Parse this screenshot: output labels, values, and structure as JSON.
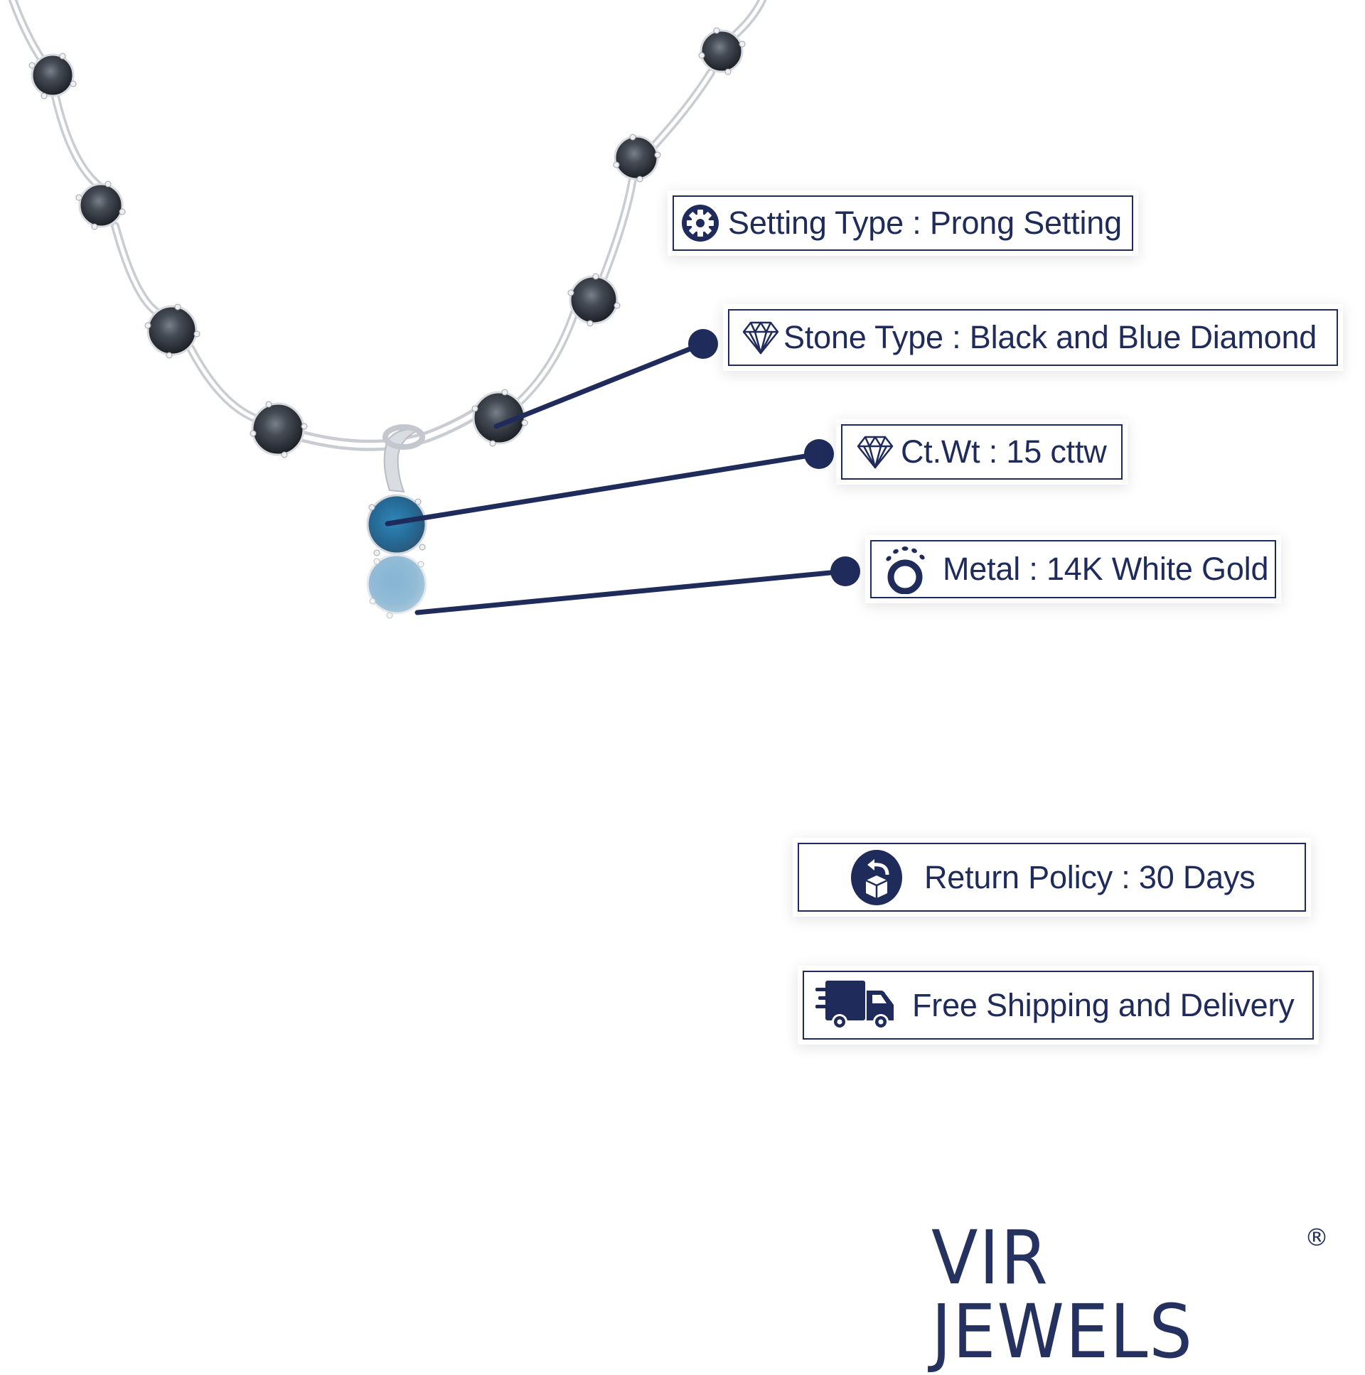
{
  "product": {
    "description": "Necklace with round black diamonds and a blue diamond pendant in white gold, shown with reflection"
  },
  "specs": [
    {
      "icon": "gear-icon",
      "label": "Setting Type : Prong Setting"
    },
    {
      "icon": "diamond-icon",
      "label": "Stone Type : Black and Blue Diamond"
    },
    {
      "icon": "diamond-icon",
      "label": "Ct.Wt : 15 cttw"
    },
    {
      "icon": "ring-icon",
      "label": "Metal : 14K White Gold"
    }
  ],
  "policies": [
    {
      "icon": "return-box-icon",
      "label": "Return Policy : 30 Days"
    },
    {
      "icon": "delivery-truck-icon",
      "label": "Free Shipping and Delivery"
    }
  ],
  "brand": {
    "name": "VIR JEWELS",
    "mark": "®"
  },
  "colors": {
    "navy": "#1f2b5a",
    "black_stone": "#2b3038",
    "blue_stone": "#2f6f9a",
    "metal": "#e6e8ec"
  }
}
